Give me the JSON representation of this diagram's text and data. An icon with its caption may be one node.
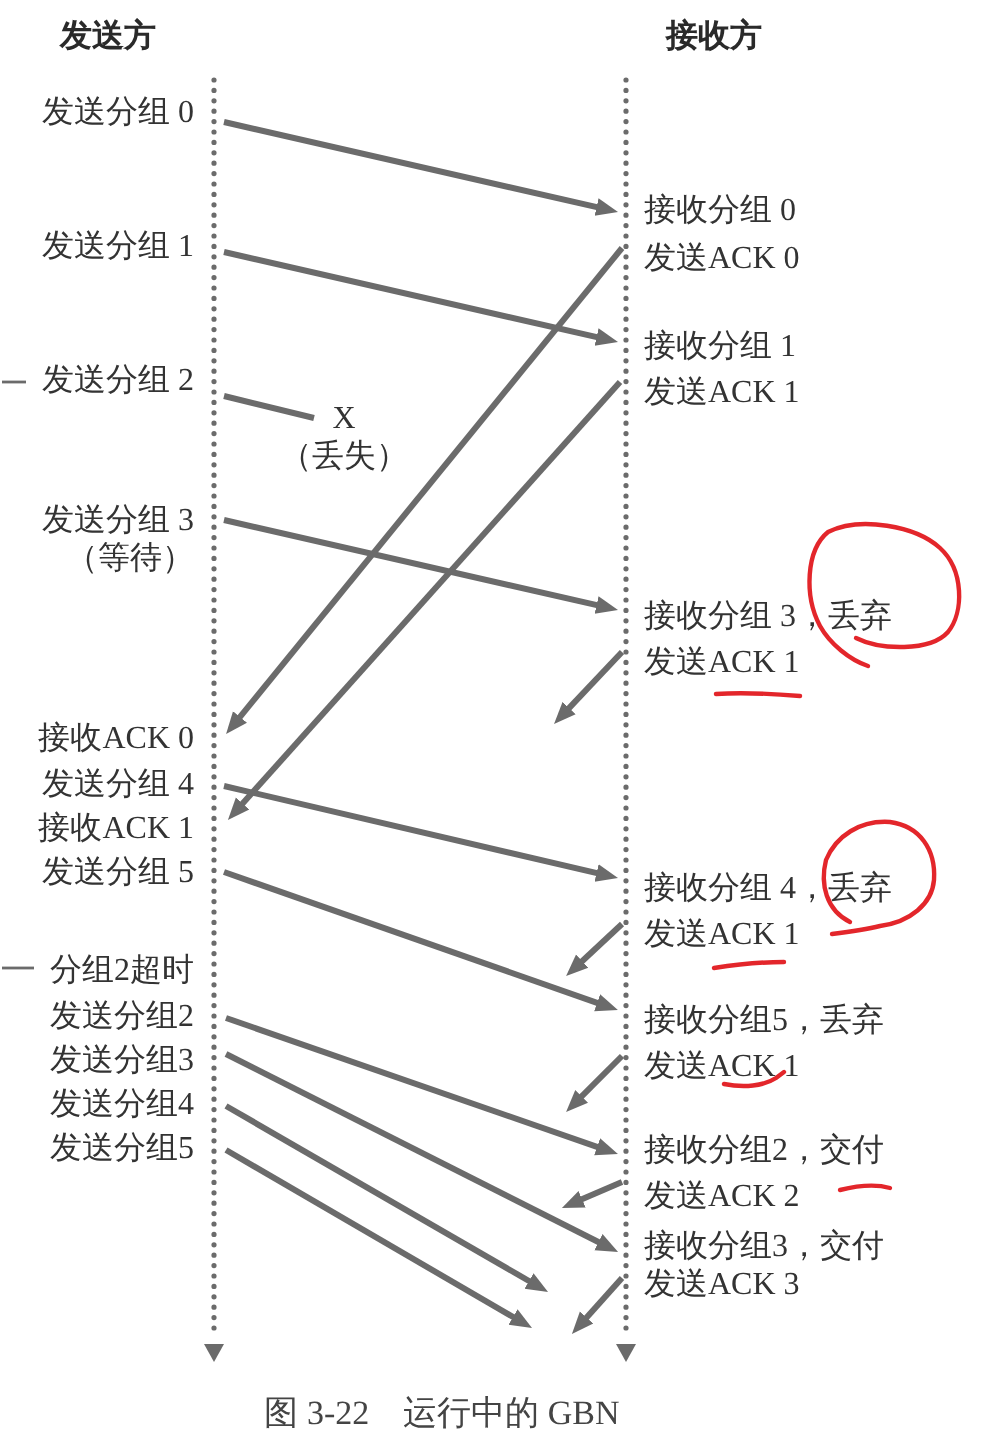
{
  "diagram": {
    "caption": "图 3-22　运行中的 GBN",
    "nodes": [
      {
        "text": [
          "发送分组 0"
        ]
      },
      {
        "text": [
          "接收分组 0"
        ]
      },
      {
        "text": [
          "发送分组 1"
        ]
      },
      {
        "text": [
          "发送ACK 0"
        ]
      },
      {
        "text": [
          "接收分组 1"
        ]
      },
      {
        "text": [
          "发送分组 2"
        ]
      },
      {
        "text": [
          "发送ACK 1"
        ]
      },
      {
        "text": [
          "X",
          "（丢失）"
        ]
      },
      {
        "text": [
          "发送分组 3",
          "（等待）"
        ]
      },
      {
        "text": [
          "接收分组 3，丢弃"
        ]
      },
      {
        "text": [
          "发送ACK 1"
        ]
      },
      {
        "text": [
          "接收ACK 0"
        ]
      },
      {
        "text": [
          "发送分组 4"
        ]
      },
      {
        "text": [
          "接收ACK 1"
        ]
      },
      {
        "text": [
          "发送分组 5"
        ]
      },
      {
        "text": [
          "接收分组 4，丢弃"
        ]
      },
      {
        "text": [
          "发送ACK 1"
        ]
      },
      {
        "text": [
          "分组2超时"
        ]
      },
      {
        "text": [
          "发送分组2"
        ]
      },
      {
        "text": [
          "接收分组5，丢弃"
        ]
      },
      {
        "text": [
          "发送分组3"
        ]
      },
      {
        "text": [
          "发送ACK 1"
        ]
      },
      {
        "text": [
          "发送分组4"
        ]
      },
      {
        "text": [
          "发送分组5"
        ]
      },
      {
        "text": [
          "接收分组2，交付"
        ]
      },
      {
        "text": [
          "发送ACK 2"
        ]
      },
      {
        "text": [
          "接收分组3，交付"
        ]
      },
      {
        "text": [
          "发送ACK 3"
        ]
      }
    ],
    "edges": [
      {
        "from": 0,
        "to": 1,
        "arrow": "to"
      },
      {
        "from": 3,
        "to": 11,
        "arrow": "to"
      },
      {
        "from": 2,
        "to": 4,
        "arrow": "to"
      },
      {
        "from": 6,
        "to": 13,
        "arrow": "to"
      },
      {
        "from": 5,
        "to": 7,
        "arrow": "none"
      },
      {
        "from": 8,
        "to": 9,
        "arrow": "to"
      },
      {
        "from": 10,
        "to": null,
        "arrow": "to"
      },
      {
        "from": 12,
        "to": 15,
        "arrow": "to"
      },
      {
        "from": 14,
        "to": 19,
        "arrow": "to"
      },
      {
        "from": 16,
        "to": null,
        "arrow": "to"
      },
      {
        "from": 18,
        "to": 24,
        "arrow": "to"
      },
      {
        "from": 21,
        "to": null,
        "arrow": "to"
      },
      {
        "from": 20,
        "to": 26,
        "arrow": "to"
      },
      {
        "from": 22,
        "to": null,
        "arrow": "to"
      },
      {
        "from": 25,
        "to": null,
        "arrow": "to"
      },
      {
        "from": 23,
        "to": null,
        "arrow": "to"
      },
      {
        "from": 27,
        "to": null,
        "arrow": "to"
      },
      {
        "from": 5,
        "to": null,
        "arrow": "none"
      },
      {
        "from": 17,
        "to": null,
        "arrow": "none"
      }
    ],
    "labels": [
      "发送方",
      "接收方"
    ]
  }
}
